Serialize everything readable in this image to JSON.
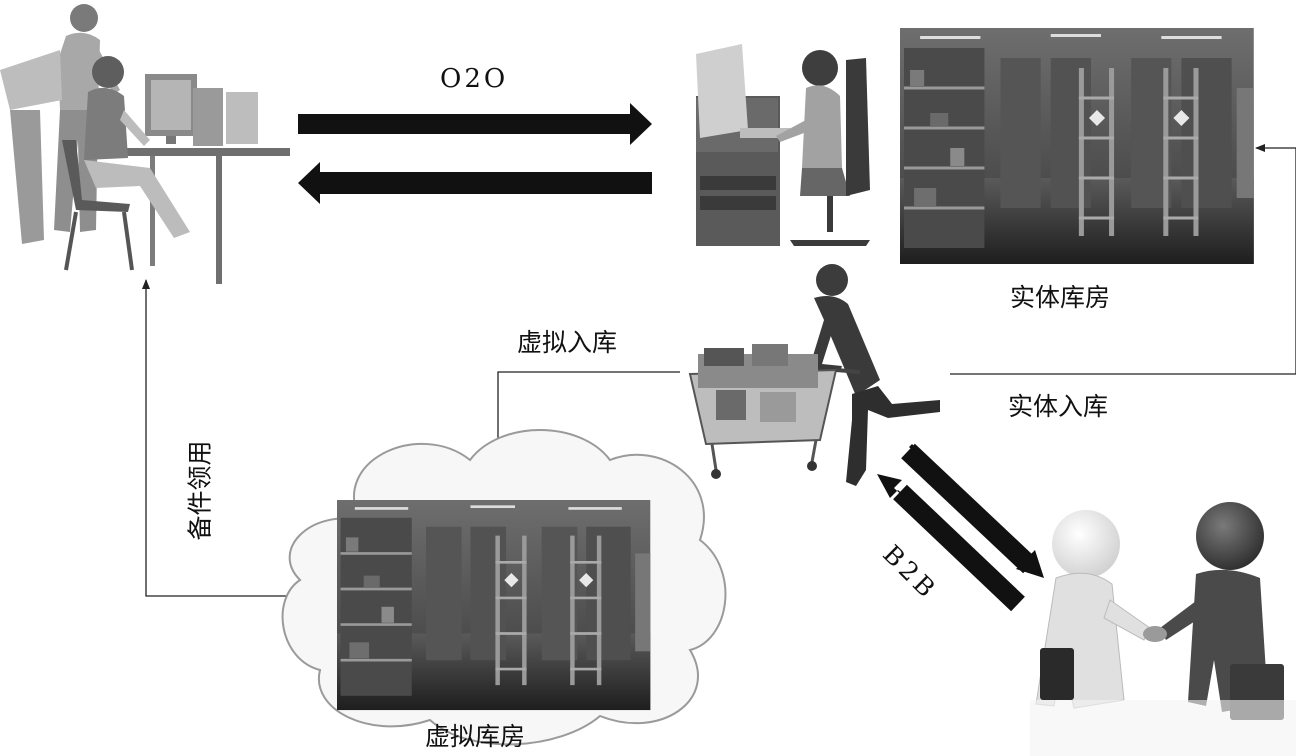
{
  "labels": {
    "o2o": "O2O",
    "physical_warehouse": "实体库房",
    "virtual_stock_in": "虚拟入库",
    "physical_stock_in": "实体入库",
    "spare_parts_requisition": "备件领用",
    "b2b": "B2B",
    "virtual_warehouse": "虚拟库房"
  },
  "colors": {
    "arrow": "#111111",
    "connector": "#222222",
    "warehouse_dark": "#2e2e2e",
    "shelf": "#8a8a8a",
    "cloud_fill": "#f7f7f7",
    "cloud_stroke": "#9a9a9a"
  },
  "icons": {
    "office_users": "two-people-at-computer-icon",
    "customer_service": "woman-at-computer-icon",
    "shopper": "woman-with-shopping-cart-icon",
    "business_partners": "handshake-icon",
    "warehouse_photo": "warehouse-shelves-photo"
  }
}
